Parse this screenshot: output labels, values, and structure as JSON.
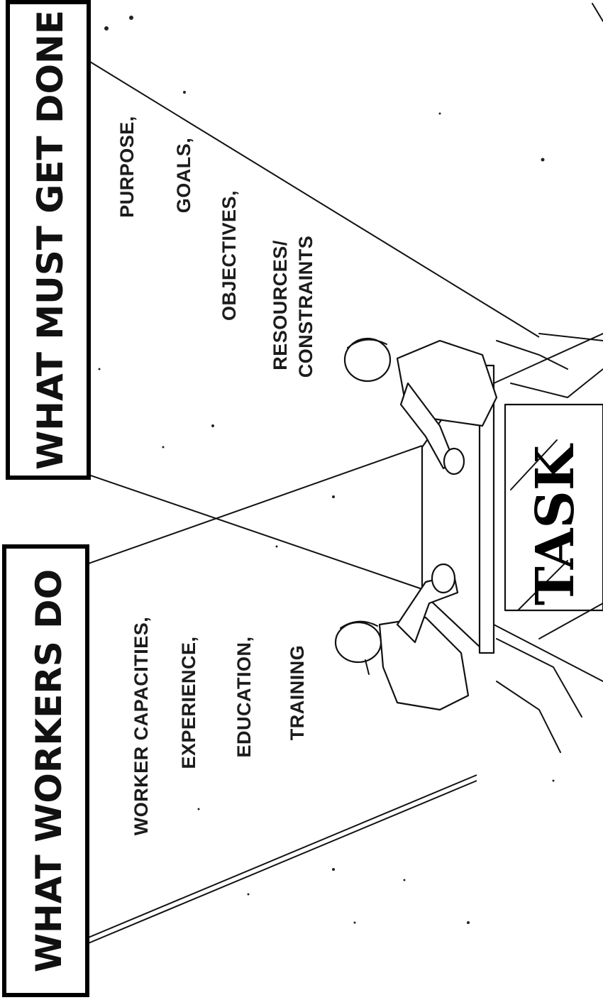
{
  "boxes": {
    "workers": {
      "title": "WHAT WORKERS DO",
      "items": [
        "WORKER CAPACITIES,",
        "EXPERIENCE,",
        "EDUCATION,",
        "TRAINING"
      ]
    },
    "task_requirements": {
      "title": "WHAT MUST GET DONE",
      "items": [
        "PURPOSE,",
        "GOALS,",
        "OBJECTIVES,",
        "RESOURCES/",
        "CONSTRAINTS"
      ]
    }
  },
  "task_label": "TASK"
}
